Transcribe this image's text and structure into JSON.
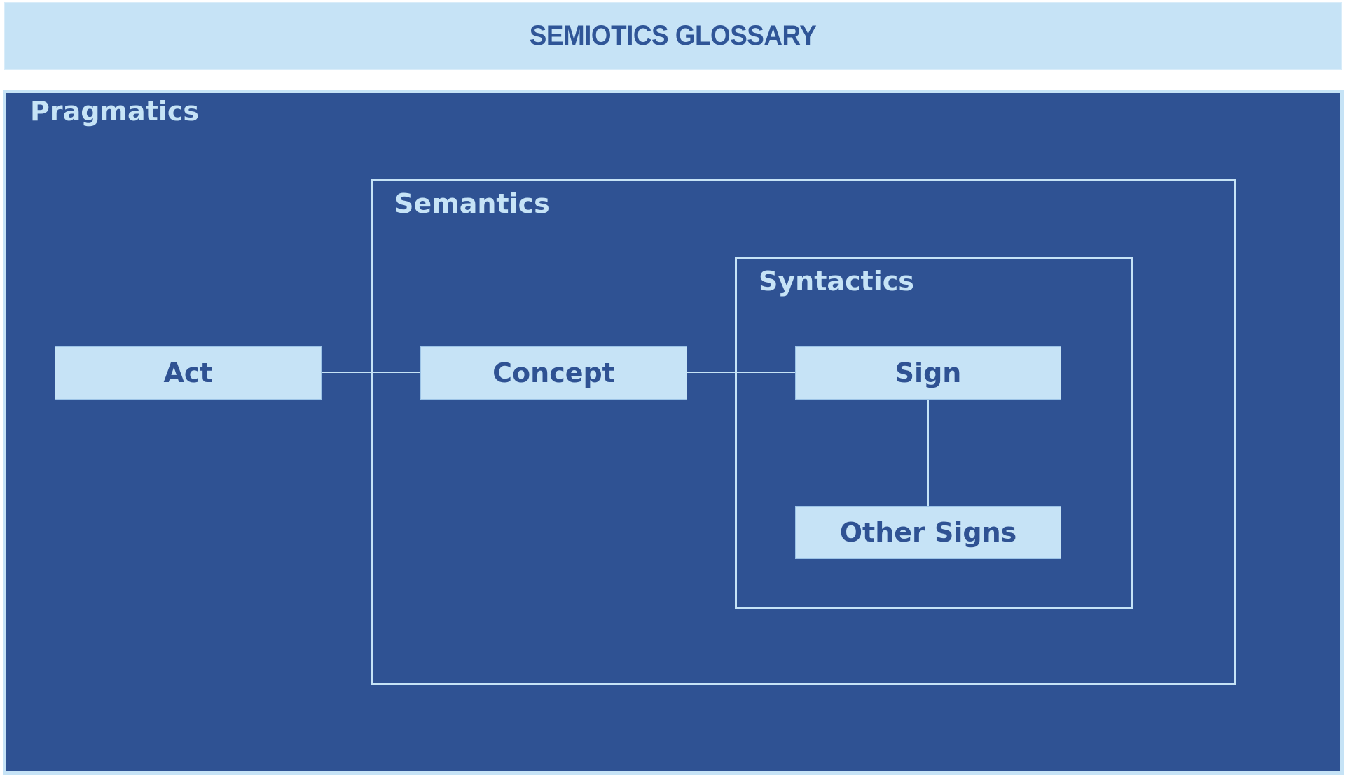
{
  "header": {
    "title": "SEMIOTICS GLOSSARY"
  },
  "colors": {
    "header_bg": "#C6E3F6",
    "panel_bg": "#2F5293",
    "accent_text": "#2F5597",
    "node_fill": "#C6E3F6"
  },
  "regions": {
    "pragmatics": {
      "label": "Pragmatics"
    },
    "semantics": {
      "label": "Semantics"
    },
    "syntactics": {
      "label": "Syntactics"
    }
  },
  "nodes": {
    "act": "Act",
    "concept": "Concept",
    "sign": "Sign",
    "other_signs": "Other Signs"
  },
  "edges": [
    {
      "from": "Act",
      "to": "Concept"
    },
    {
      "from": "Concept",
      "to": "Sign"
    },
    {
      "from": "Sign",
      "to": "Other Signs"
    }
  ]
}
